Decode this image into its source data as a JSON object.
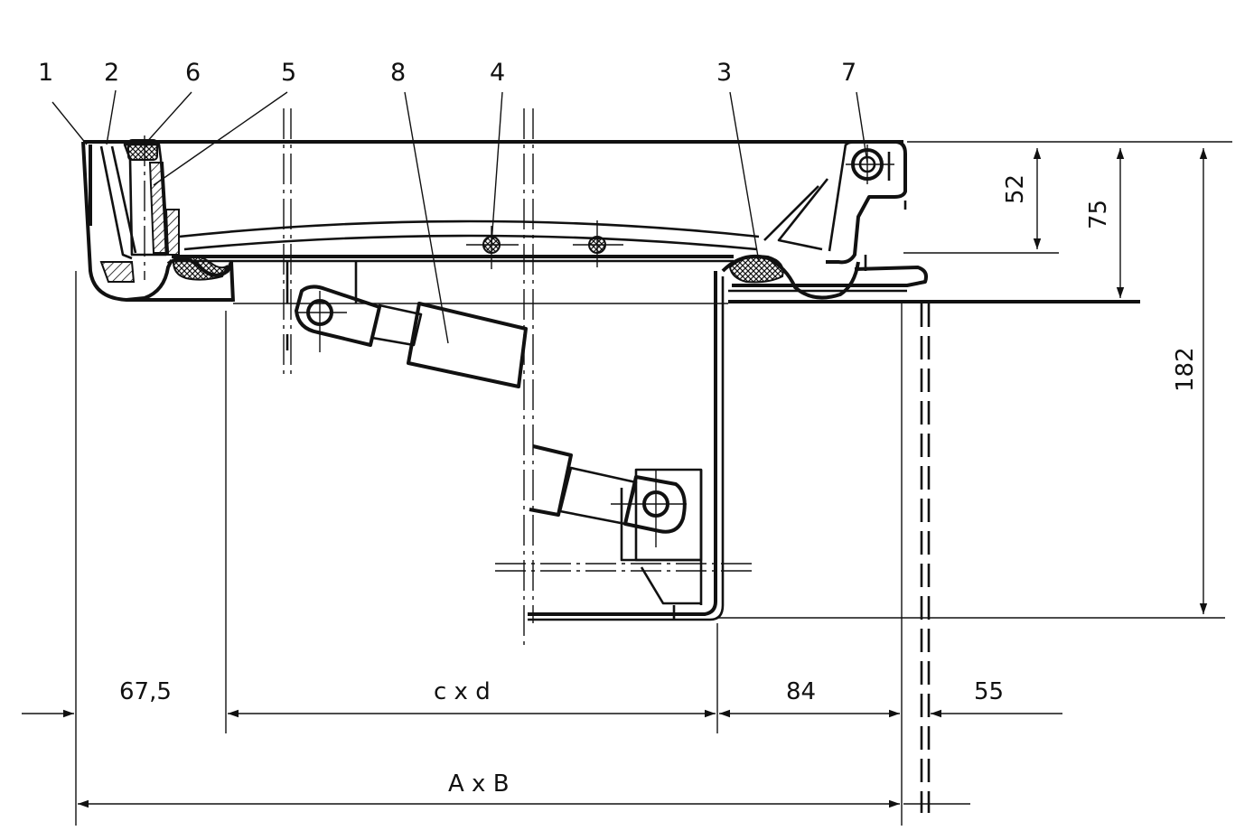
{
  "callouts": [
    {
      "id": "1",
      "text": "1"
    },
    {
      "id": "2",
      "text": "2"
    },
    {
      "id": "6",
      "text": "6"
    },
    {
      "id": "5",
      "text": "5"
    },
    {
      "id": "8",
      "text": "8"
    },
    {
      "id": "4",
      "text": "4"
    },
    {
      "id": "3",
      "text": "3"
    },
    {
      "id": "7",
      "text": "7"
    }
  ],
  "dimensions": {
    "vertical": [
      "52",
      "75",
      "182"
    ],
    "horizontal": [
      "67,5",
      "c x d",
      "84",
      "55"
    ],
    "overall": "A x B"
  }
}
